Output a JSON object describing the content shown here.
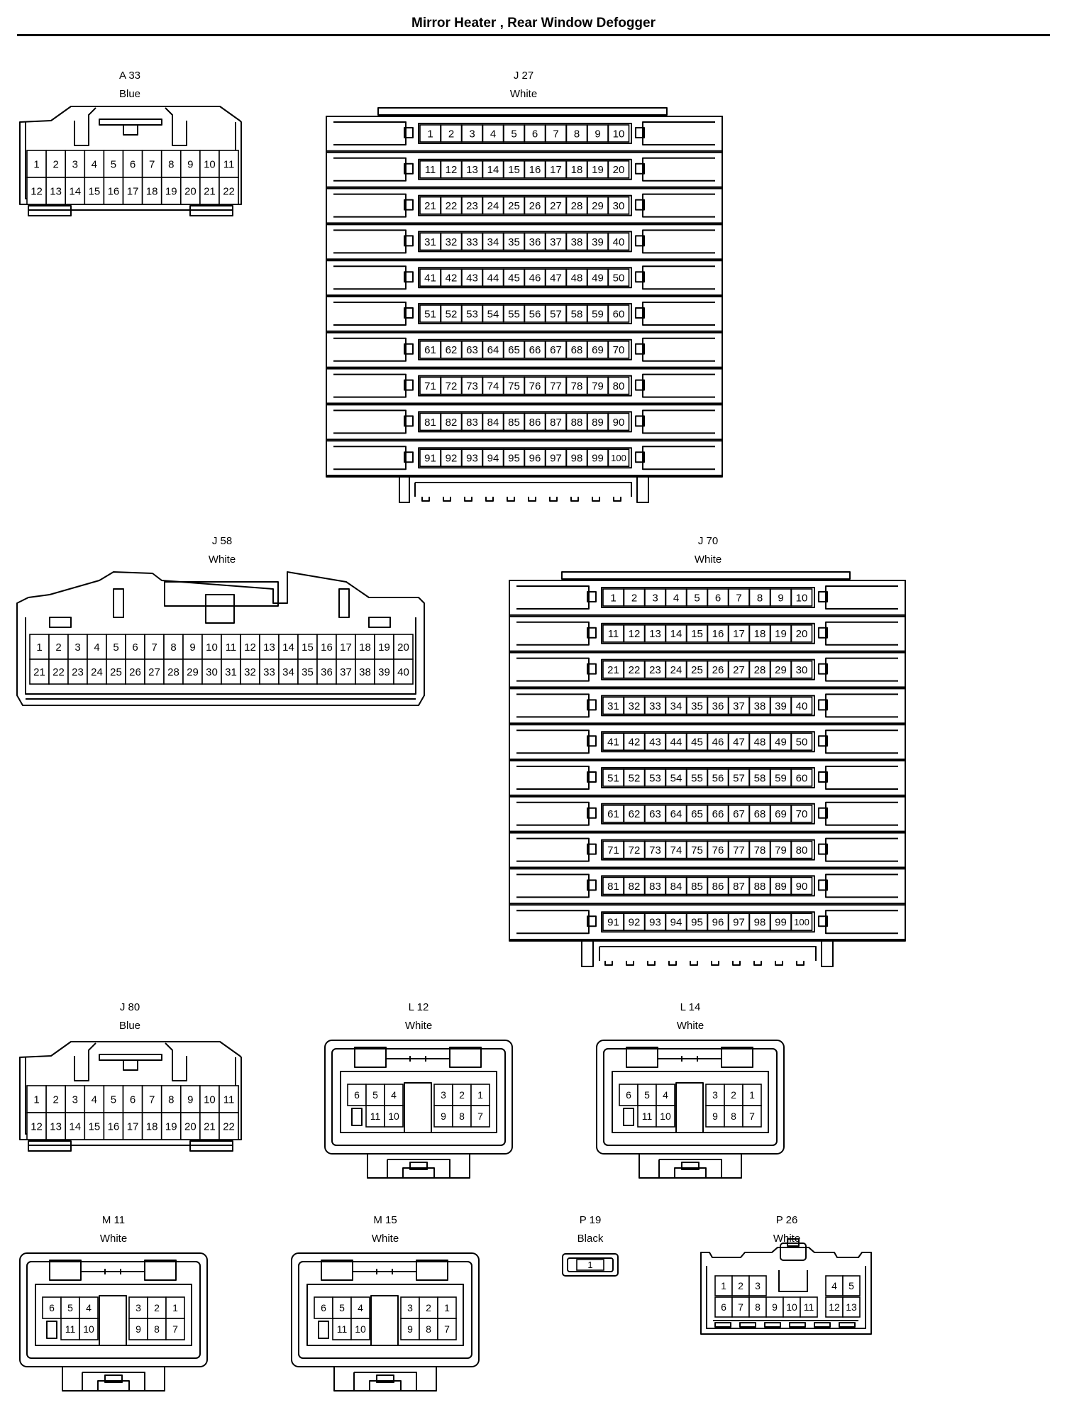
{
  "title": "Mirror Heater , Rear Window Defogger",
  "connectors": {
    "A33": {
      "id": "A 33",
      "color": "Blue",
      "rows": [
        [
          1,
          2,
          3,
          4,
          5,
          6,
          7,
          8,
          9,
          10,
          11
        ],
        [
          12,
          13,
          14,
          15,
          16,
          17,
          18,
          19,
          20,
          21,
          22
        ]
      ]
    },
    "J27": {
      "id": "J 27",
      "color": "White",
      "pins": 100
    },
    "J58": {
      "id": "J 58",
      "color": "White",
      "rows": [
        [
          1,
          2,
          3,
          4,
          5,
          6,
          7,
          8,
          9,
          10,
          11,
          12,
          13,
          14,
          15,
          16,
          17,
          18,
          19,
          20
        ],
        [
          21,
          22,
          23,
          24,
          25,
          26,
          27,
          28,
          29,
          30,
          31,
          32,
          33,
          34,
          35,
          36,
          37,
          38,
          39,
          40
        ]
      ]
    },
    "J70": {
      "id": "J 70",
      "color": "White",
      "pins": 100
    },
    "J80": {
      "id": "J 80",
      "color": "Blue",
      "rows": [
        [
          1,
          2,
          3,
          4,
          5,
          6,
          7,
          8,
          9,
          10,
          11
        ],
        [
          12,
          13,
          14,
          15,
          16,
          17,
          18,
          19,
          20,
          21,
          22
        ]
      ]
    },
    "L12": {
      "id": "L 12",
      "color": "White",
      "left": [
        [
          6,
          5,
          4
        ],
        [
          "",
          11,
          10
        ]
      ],
      "right": [
        [
          3,
          2,
          1
        ],
        [
          9,
          8,
          7
        ]
      ]
    },
    "L14": {
      "id": "L 14",
      "color": "White",
      "left": [
        [
          6,
          5,
          4
        ],
        [
          "",
          11,
          10
        ]
      ],
      "right": [
        [
          3,
          2,
          1
        ],
        [
          9,
          8,
          7
        ]
      ]
    },
    "M11": {
      "id": "M 11",
      "color": "White",
      "left": [
        [
          6,
          5,
          4
        ],
        [
          "",
          11,
          10
        ]
      ],
      "right": [
        [
          3,
          2,
          1
        ],
        [
          9,
          8,
          7
        ]
      ]
    },
    "M15": {
      "id": "M 15",
      "color": "White",
      "left": [
        [
          6,
          5,
          4
        ],
        [
          "",
          11,
          10
        ]
      ],
      "right": [
        [
          3,
          2,
          1
        ],
        [
          9,
          8,
          7
        ]
      ]
    },
    "P19": {
      "id": "P 19",
      "color": "Black",
      "pins": [
        1
      ]
    },
    "P26": {
      "id": "P 26",
      "color": "White",
      "rows": [
        [
          1,
          2,
          3,
          "",
          "",
          "",
          4,
          5
        ],
        [
          6,
          7,
          8,
          9,
          10,
          11,
          12,
          13
        ]
      ]
    }
  }
}
